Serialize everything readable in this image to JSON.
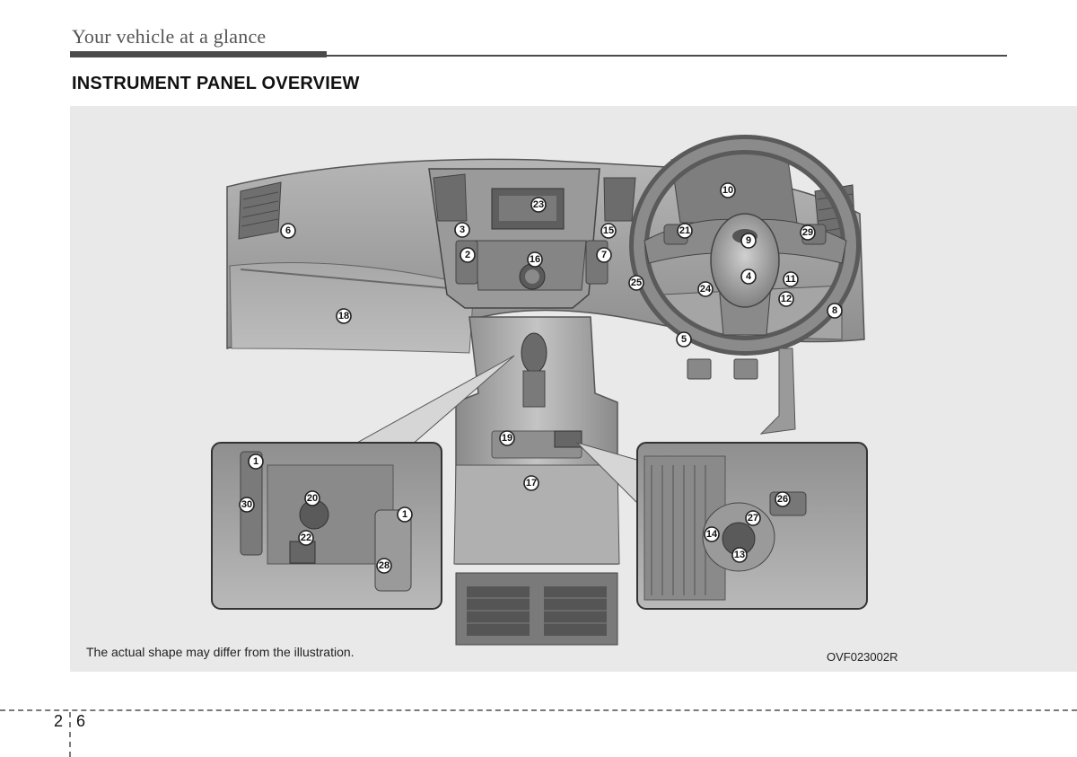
{
  "header": {
    "chapter_title": "Your vehicle at a glance"
  },
  "section": {
    "heading": "INSTRUMENT PANEL OVERVIEW"
  },
  "figure": {
    "caption": "The actual shape may differ from the illustration.",
    "code": "OVF023002R",
    "callouts": {
      "c1a": "1",
      "c1b": "1",
      "c2": "2",
      "c3": "3",
      "c4": "4",
      "c5": "5",
      "c6": "6",
      "c7": "7",
      "c8": "8",
      "c9": "9",
      "c10": "10",
      "c11": "11",
      "c12": "12",
      "c13": "13",
      "c14": "14",
      "c15": "15",
      "c16": "16",
      "c17": "17",
      "c18": "18",
      "c19": "19",
      "c20": "20",
      "c21": "21",
      "c22": "22",
      "c23": "23",
      "c24": "24",
      "c25": "25",
      "c26": "26",
      "c27": "27",
      "c28": "28",
      "c29": "29",
      "c30": "30"
    }
  },
  "footer": {
    "chapter_number": "2",
    "page_number": "6"
  },
  "colors": {
    "background": "#e9e9e9",
    "rule": "#4a4a4a",
    "dashboard": "#9c9c9c"
  }
}
